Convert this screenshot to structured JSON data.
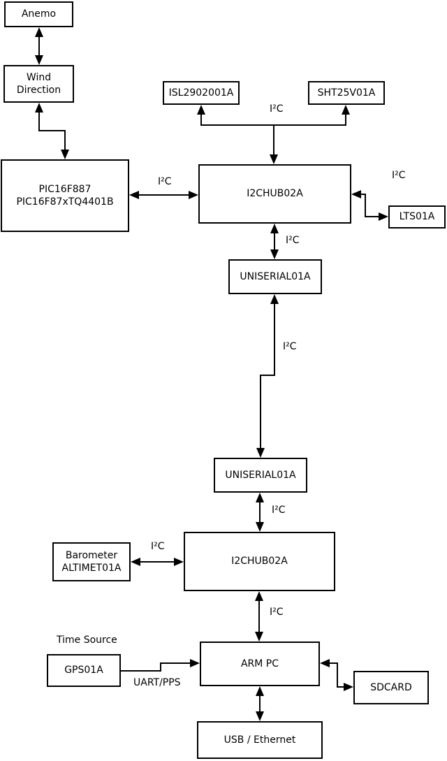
{
  "nodes": {
    "anemo": {
      "label": "Anemo"
    },
    "wind_direction": {
      "label": "Wind\nDirection"
    },
    "pic": {
      "label": "PIC16F887\nPIC16F87xTQ4401B"
    },
    "isl": {
      "label": "ISL2902001A"
    },
    "sht": {
      "label": "SHT25V01A"
    },
    "i2chub_top": {
      "label": "I2CHUB02A"
    },
    "lts": {
      "label": "LTS01A"
    },
    "uniserial_top": {
      "label": "UNISERIAL01A"
    },
    "uniserial_bottom": {
      "label": "UNISERIAL01A"
    },
    "barometer": {
      "label": "Barometer\nALTIMET01A"
    },
    "i2chub_bottom": {
      "label": "I2CHUB02A"
    },
    "gps": {
      "label": "GPS01A"
    },
    "arm_pc": {
      "label": "ARM PC"
    },
    "sdcard": {
      "label": "SDCARD"
    },
    "usb_ethernet": {
      "label": "USB / Ethernet"
    }
  },
  "edge_labels": {
    "i2c_sensors": "I²C",
    "i2c_pic_hub": "I²C",
    "i2c_lts": "I²C",
    "i2c_hub_uniserial": "I²C",
    "i2c_uniserial_link": "I²C",
    "i2c_uniserial_hub2": "I²C",
    "i2c_barometer": "I²C",
    "i2c_hub2_armpc": "I²C",
    "time_source": "Time Source",
    "uart_pps": "UART/PPS"
  },
  "colors": {
    "line": "#000000",
    "background": "#ffffff",
    "box_fill": "#ffffff"
  }
}
